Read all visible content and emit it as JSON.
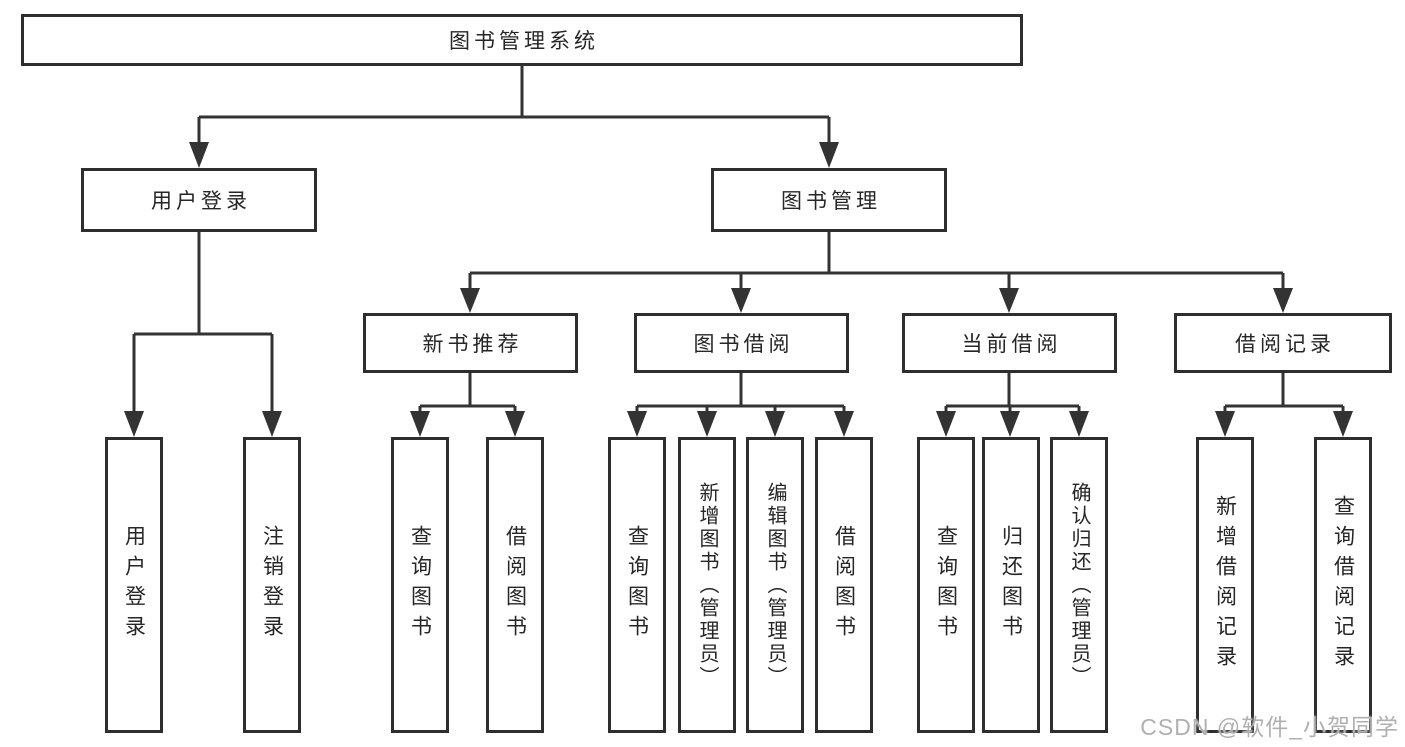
{
  "title": {
    "label": "图书管理系统"
  },
  "tree": {
    "user_login": {
      "label": "用户登录",
      "children": [
        {
          "label": "用户登录"
        },
        {
          "label": "注销登录"
        }
      ]
    },
    "book_management": {
      "label": "图书管理",
      "children": [
        {
          "label": "新书推荐",
          "children": [
            {
              "label": "查询图书"
            },
            {
              "label": "借阅图书"
            }
          ]
        },
        {
          "label": "图书借阅",
          "children": [
            {
              "label": "查询图书"
            },
            {
              "label": "新增图书（管理员）"
            },
            {
              "label": "编辑图书（管理员）"
            },
            {
              "label": "借阅图书"
            }
          ]
        },
        {
          "label": "当前借阅",
          "children": [
            {
              "label": "查询图书"
            },
            {
              "label": "归还图书"
            },
            {
              "label": "确认归还（管理员）"
            }
          ]
        },
        {
          "label": "借阅记录",
          "children": [
            {
              "label": "新增借阅记录"
            },
            {
              "label": "查询借阅记录"
            }
          ]
        }
      ]
    }
  },
  "watermark": {
    "text": "CSDN @软件_小贺同学"
  },
  "colors": {
    "line": "#333333",
    "box_border": "#2e2e2e",
    "text": "#262626",
    "watermark": "#b0b0b0",
    "background": "#ffffff"
  }
}
